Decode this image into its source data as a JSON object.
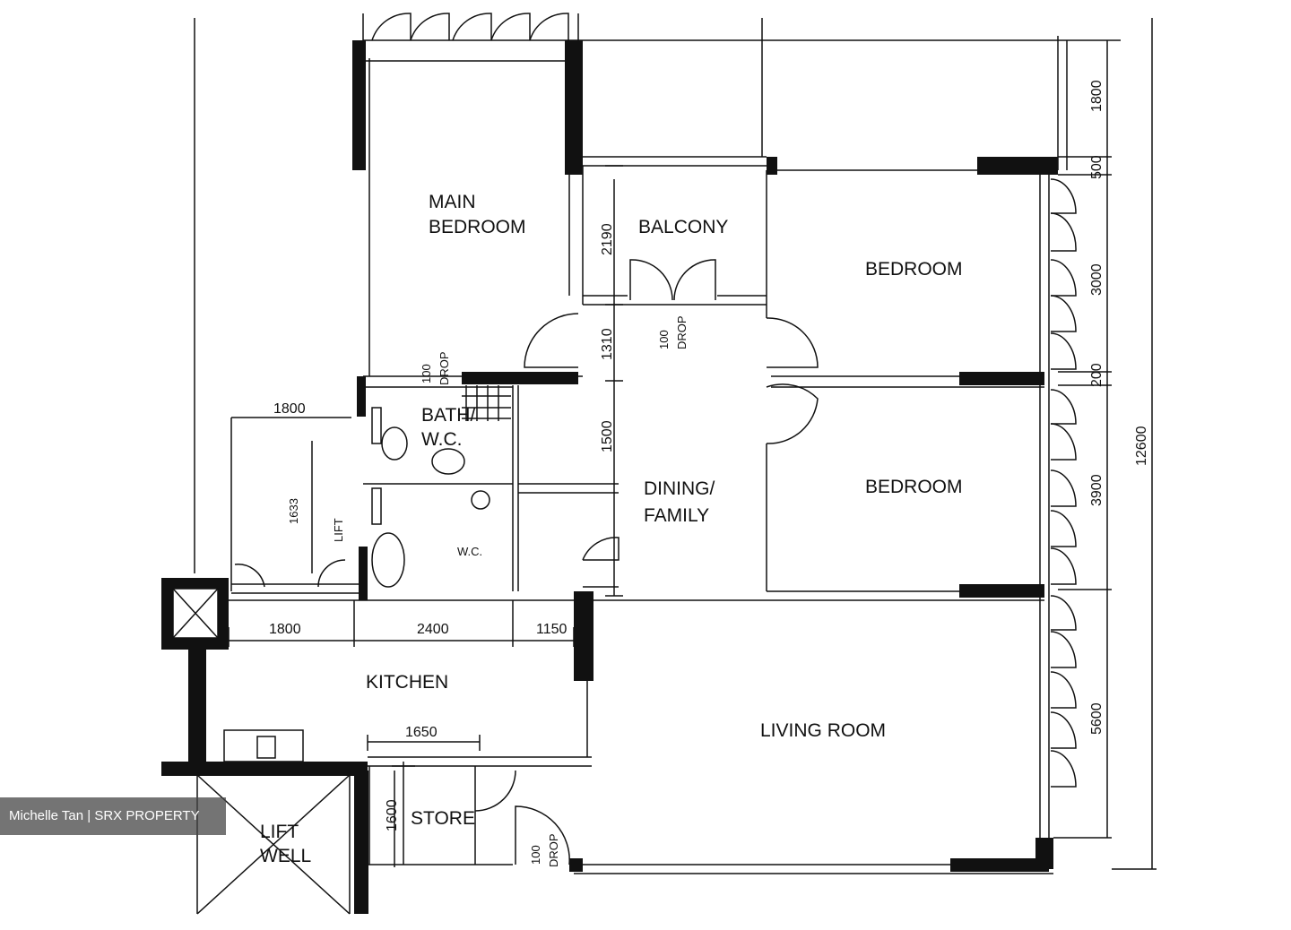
{
  "rooms": {
    "main_bedroom_1": "MAIN",
    "main_bedroom_2": "BEDROOM",
    "balcony": "BALCONY",
    "bedroom_1": "BEDROOM",
    "bedroom_2": "BEDROOM",
    "bath_1": "BATH/",
    "bath_2": "W.C.",
    "wc_2": "W.C.",
    "dining_1": "DINING/",
    "dining_2": "FAMILY",
    "kitchen": "KITCHEN",
    "living": "LIVING ROOM",
    "store": "STORE",
    "lift_1": "LIFT",
    "lift_2": "WELL",
    "lift_small": "LIFT"
  },
  "notes": {
    "drop_a": "100",
    "drop_b": "DROP"
  },
  "dimensions": {
    "top_1800_right": "1800",
    "d500": "500",
    "d3000": "3000",
    "d200": "200",
    "d3900": "3900",
    "d5600": "5600",
    "d12600": "12600",
    "d2190": "2190",
    "d1310": "1310",
    "d1500": "1500",
    "top_left_1800": "1800",
    "k1800": "1800",
    "k2400": "2400",
    "k1150": "1150",
    "d1650": "1650",
    "d1600": "1600",
    "d1633": "1633"
  },
  "watermark": "Michelle Tan | SRX PROPERTY"
}
